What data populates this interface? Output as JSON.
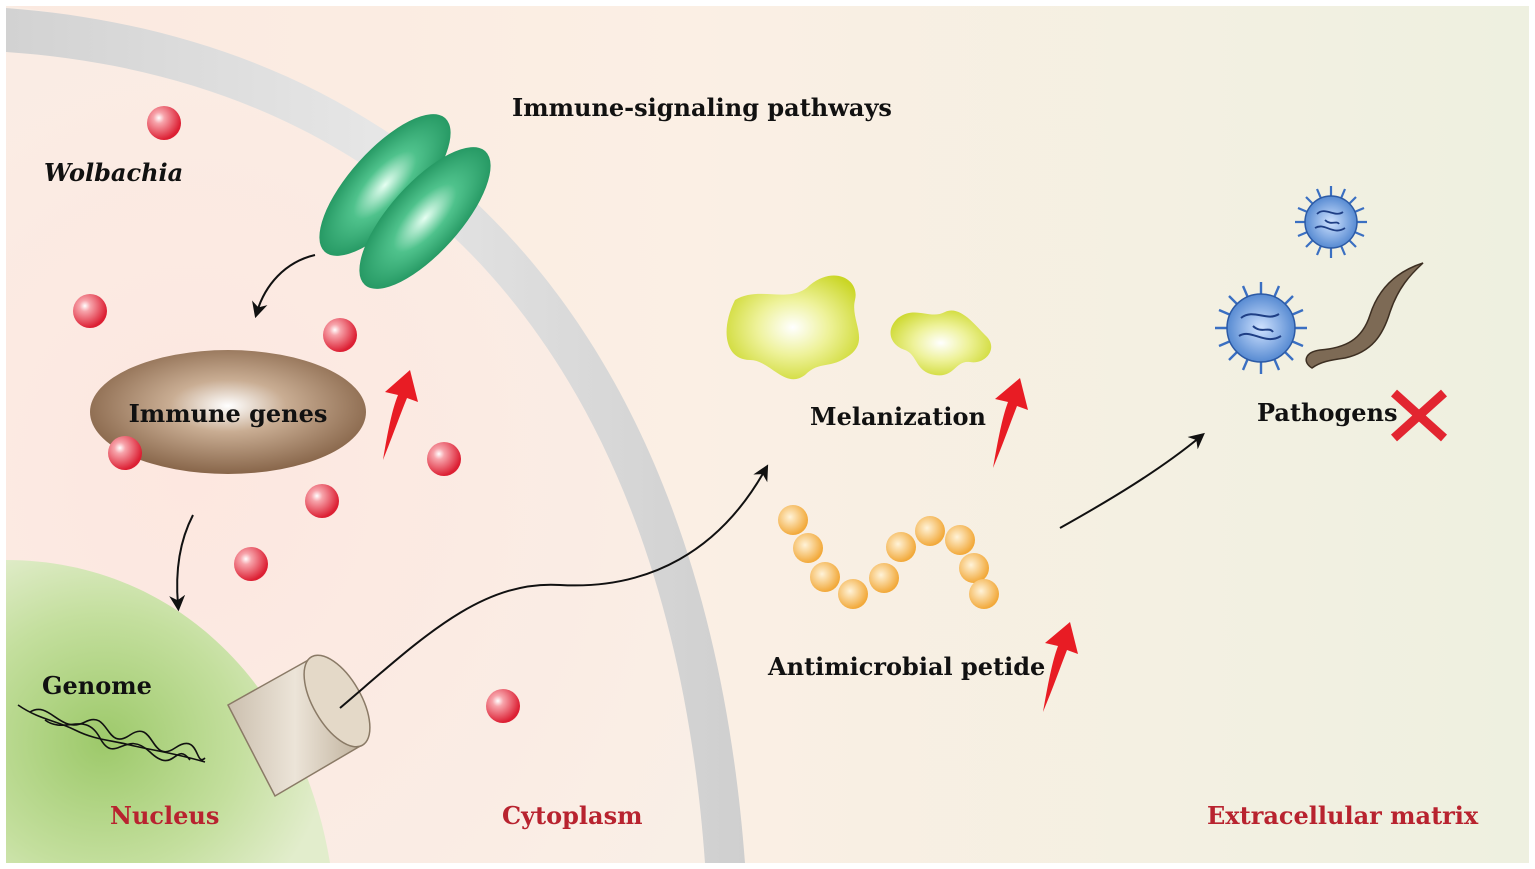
{
  "labels": {
    "immune_signaling": "Immune-signaling pathways",
    "wolbachia": "Wolbachia",
    "immune_genes": "Immune genes",
    "genome": "Genome",
    "nucleus": "Nucleus",
    "cytoplasm": "Cytoplasm",
    "melanization": "Melanization",
    "antimicrobial": "Antimicrobial petide",
    "pathogens": "Pathogens",
    "extracellular": "Extracellular matrix"
  },
  "colors": {
    "region_label": "#b8232f",
    "text": "#111111",
    "wolbachia_dot": "#e8283a",
    "up_arrow": "#e81c24",
    "cross": "#e22530",
    "receptor": "#1fa46a",
    "immune_gene_body": "#8c6a4e",
    "nucleus": "#b5d58e",
    "melanin": "#d6e03a",
    "peptide": "#f5b24a",
    "virus": "#3a6fc2"
  },
  "icons": {
    "receptor": "receptor-icon",
    "dna": "dna-helix-icon",
    "channel": "nuclear-pore-icon",
    "virus": "virus-icon",
    "worm": "worm-icon",
    "cross": "cross-icon",
    "up_arrow": "up-arrow-icon"
  }
}
